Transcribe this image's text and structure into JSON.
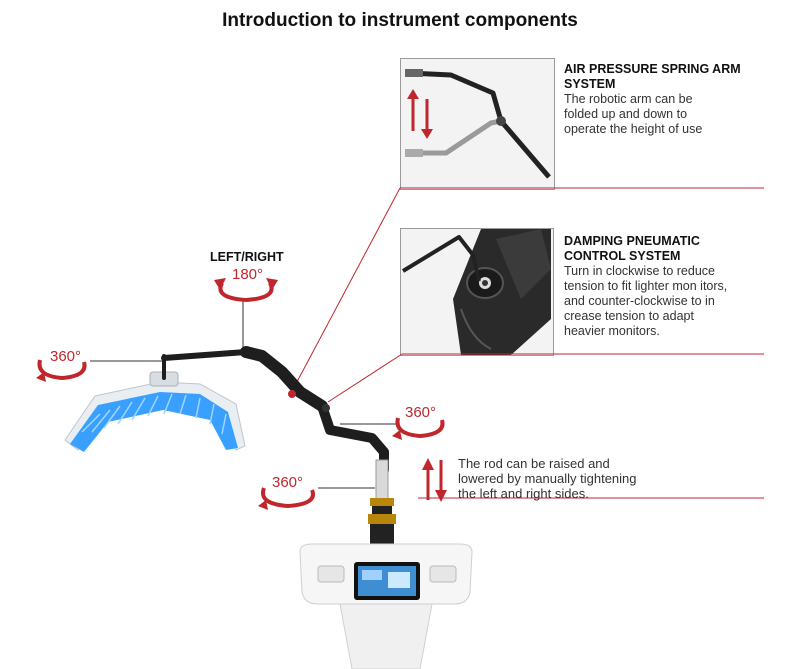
{
  "title": "Introduction to instrument components",
  "callouts": [
    {
      "heading": "AIR PRESSURE SPRING ARM\nSYSTEM",
      "text": "The robotic arm can be\nfolded up and down to\noperate the height of use"
    },
    {
      "heading": "DAMPING PNEUMATIC\nCONTROL SYSTEM",
      "text": "Turn in clockwise to reduce\ntension to fit lighter mon itors,\nand counter-clockwise to in\ncrease tension to adapt\nheavier monitors."
    }
  ],
  "rotation_labels": {
    "left_right": "LEFT/RIGHT",
    "top_angle": "180°",
    "head_angle": "360°",
    "elbow_angle": "360°",
    "pole_angle": "360°"
  },
  "rod_note": "The rod can be raised and\nlowered by manually tightening\nthe left and right sides.",
  "colors": {
    "accent": "#c0272d",
    "led": "#3aa0ff",
    "arm": "#1e1e1e"
  }
}
